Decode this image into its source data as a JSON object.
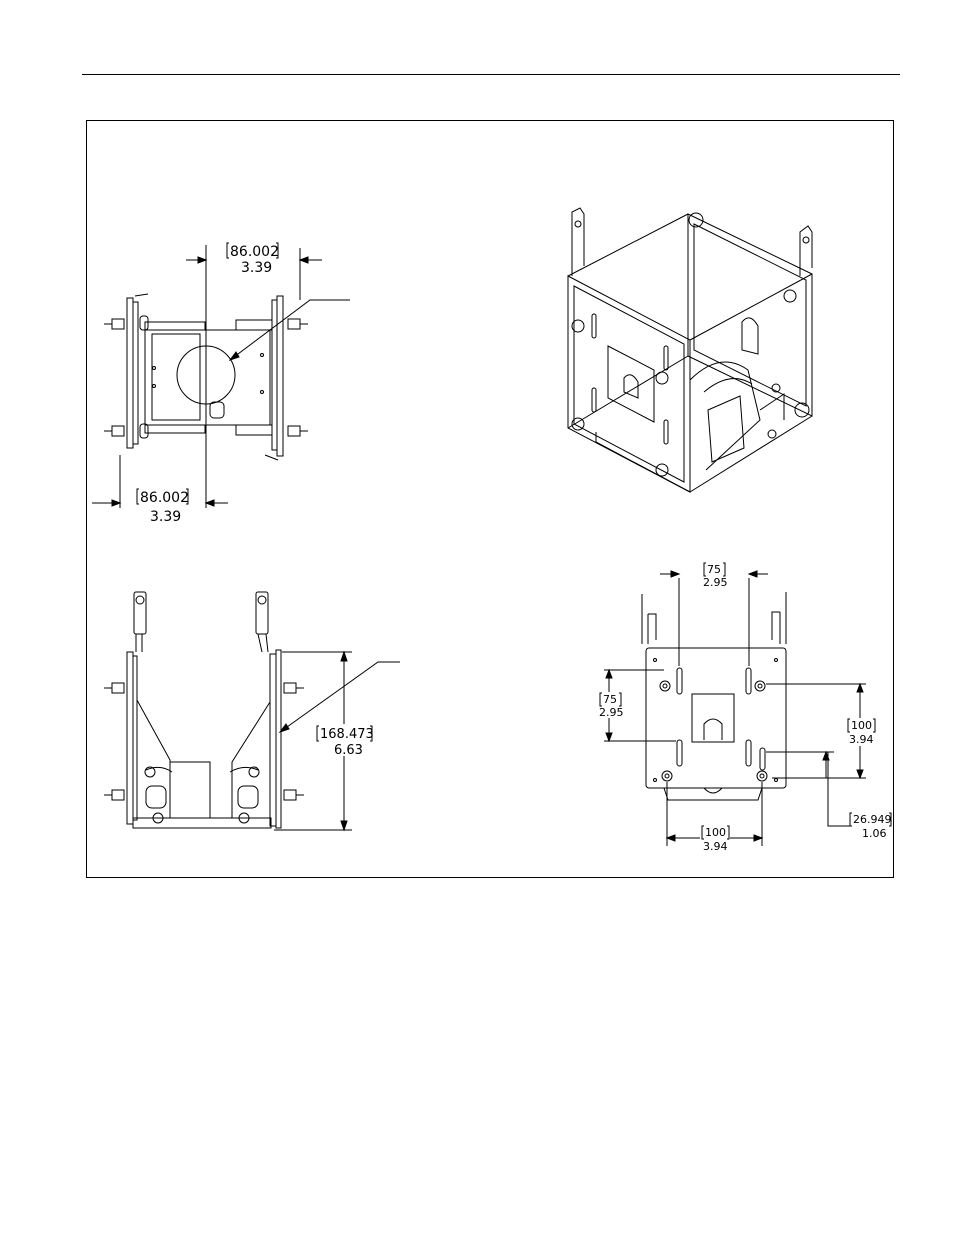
{
  "dimensions": {
    "top_view_upper": {
      "mm": "86.002",
      "in": "3.39"
    },
    "top_view_lower": {
      "mm": "86.002",
      "in": "3.39"
    },
    "side_view_height": {
      "mm": "168.473",
      "in": "6.63"
    },
    "front_view_top": {
      "mm": "75",
      "in": "2.95"
    },
    "front_view_left": {
      "mm": "75",
      "in": "2.95"
    },
    "front_view_right": {
      "mm": "100",
      "in": "3.94"
    },
    "front_view_bottom": {
      "mm": "100",
      "in": "3.94"
    },
    "front_view_offset": {
      "mm": "26.949",
      "in": "1.06"
    }
  }
}
